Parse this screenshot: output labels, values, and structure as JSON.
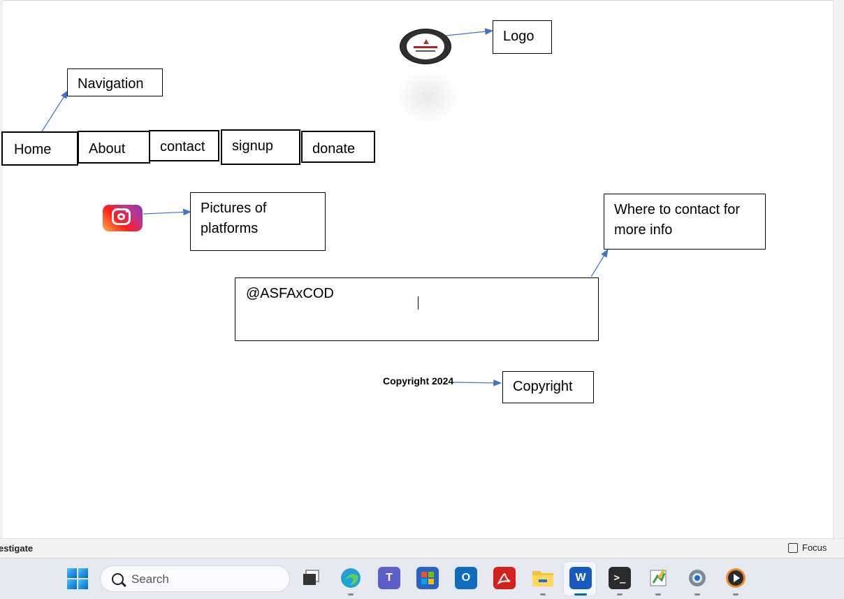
{
  "document": {
    "nav_items": [
      "Home",
      "About",
      "contact",
      "signup",
      "donate"
    ],
    "annotations": {
      "navigation": "Navigation",
      "logo": "Logo",
      "platforms": "Pictures of platforms",
      "contact_info": "Where to contact for more info",
      "copyright": "Copyright"
    },
    "contact_handle": "@ASFAxCOD",
    "copyright_text": "Copyright 2024"
  },
  "statusbar": {
    "left_text": "estigate",
    "focus_label": "Focus"
  },
  "taskbar": {
    "search_placeholder": "Search",
    "apps": [
      "task-view-icon",
      "edge-icon",
      "teams-icon",
      "store-icon",
      "outlook-icon",
      "acrobat-icon",
      "file-explorer-icon",
      "word-icon",
      "terminal-icon",
      "paint-icon",
      "settings-icon",
      "media-player-icon"
    ]
  },
  "colors": {
    "arrow": "#4472c4",
    "taskbar_bg": "#e6e9f0",
    "word_blue": "#185abd"
  }
}
